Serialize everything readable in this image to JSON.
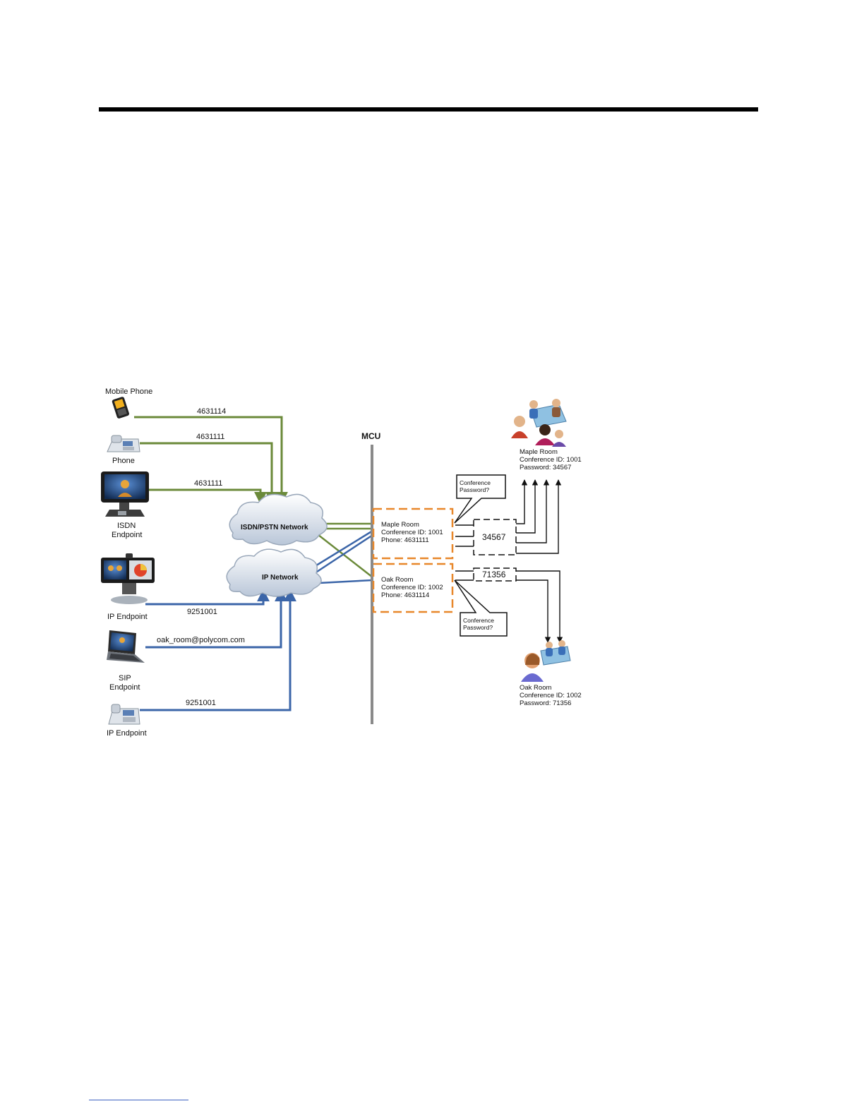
{
  "colors": {
    "isdn_line": "#6b8a3a",
    "ip_line": "#3b65a8",
    "mcu_bar": "#8a8a8a",
    "room_box": "#e8872a"
  },
  "endpoints": {
    "mobile_phone": {
      "label": "Mobile Phone",
      "number": "4631114",
      "icon": "mobile-phone-icon"
    },
    "phone": {
      "label": "Phone",
      "number": "4631111",
      "icon": "desk-phone-icon"
    },
    "isdn_endpoint": {
      "label1": "ISDN",
      "label2": "Endpoint",
      "number": "4631111",
      "icon": "video-monitor-icon"
    },
    "ip_endpoint_video": {
      "label": "IP Endpoint",
      "number": "9251001",
      "icon": "dual-monitor-icon"
    },
    "sip_endpoint": {
      "label1": "SIP",
      "label2": "Endpoint",
      "address": "oak_room@polycom.com",
      "icon": "laptop-icon"
    },
    "ip_endpoint_phone": {
      "label": "IP Endpoint",
      "number": "9251001",
      "icon": "ip-phone-icon"
    }
  },
  "networks": {
    "isdn": {
      "label": "ISDN/PSTN Network",
      "icon": "cloud-icon"
    },
    "ip": {
      "label": "IP Network",
      "icon": "cloud-icon"
    }
  },
  "mcu": {
    "label": "MCU"
  },
  "conferences": {
    "maple_box": {
      "line1": "Maple Room",
      "line2": "Conference ID: 1001",
      "line3": "Phone: 4631111"
    },
    "oak_box": {
      "line1": "Oak Room",
      "line2": "Conference ID: 1002",
      "line3": "Phone: 4631114"
    },
    "maple_password_prompt": {
      "line1": "Conference",
      "line2": "Password?"
    },
    "oak_password_prompt": {
      "line1": "Conference",
      "line2": "Password?"
    },
    "maple_password_entry": "34567",
    "oak_password_entry": "71356",
    "maple_room": {
      "line1": "Maple Room",
      "line2": "Conference ID: 1001",
      "line3": "Password: 34567",
      "icon": "meeting-group-icon"
    },
    "oak_room": {
      "line1": "Oak Room",
      "line2": "Conference ID: 1002",
      "line3": "Password: 71356",
      "icon": "meeting-person-icon"
    }
  }
}
